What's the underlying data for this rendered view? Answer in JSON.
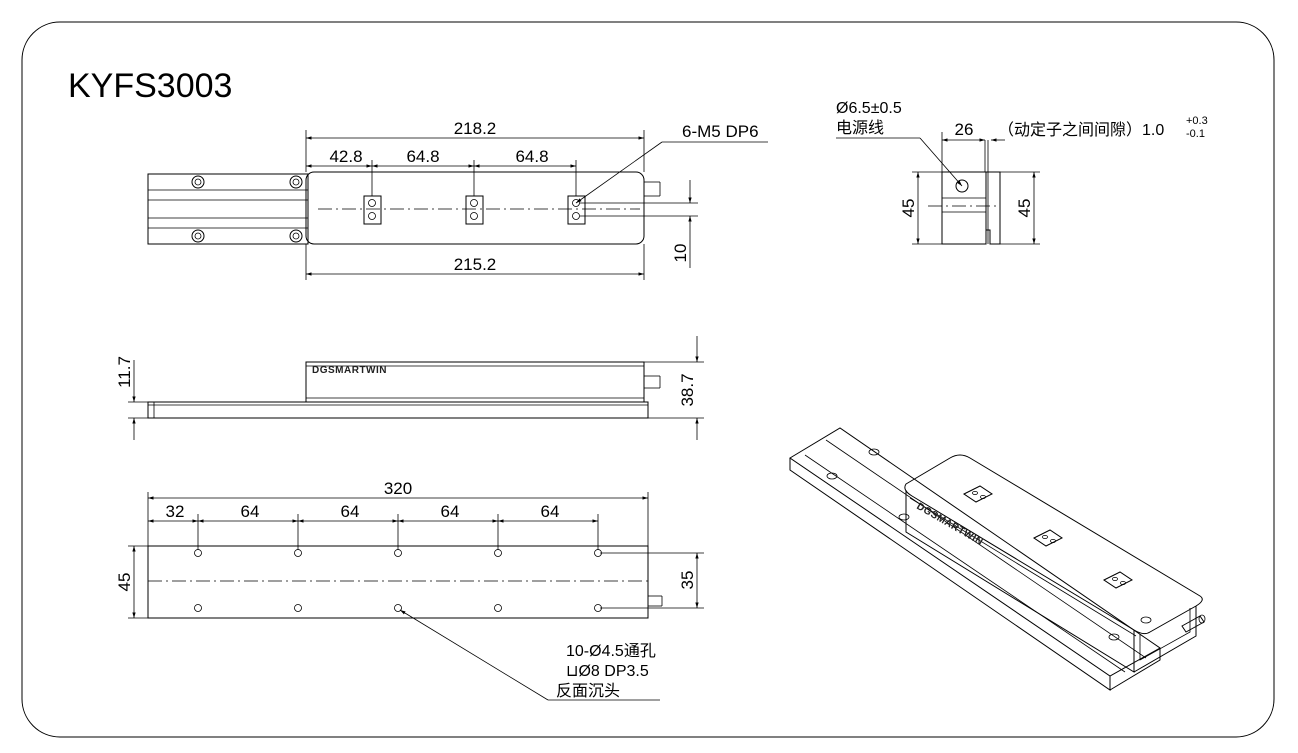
{
  "title": "KYFS3003",
  "brand": "DGSMARTWIN",
  "top_view": {
    "overall_length": "218.2",
    "pitch_first": "42.8",
    "pitch_second": "64.8",
    "pitch_third": "64.8",
    "body_length": "215.2",
    "thread_note": "6-M5 DP6",
    "hole_spacing": "10"
  },
  "end_view": {
    "cable_dia": "Ø6.5±0.5",
    "cable_label": "电源线",
    "width": "26",
    "gap_label": "（动定子之间间隙）1.0",
    "gap_tol_upper": "+0.3",
    "gap_tol_lower": "-0.1",
    "height_left": "45",
    "height_right": "45"
  },
  "side_view": {
    "base_height": "11.7",
    "total_height": "38.7"
  },
  "base_view": {
    "total_length": "320",
    "first_offset": "32",
    "pitches": [
      "64",
      "64",
      "64",
      "64"
    ],
    "width": "45",
    "row_spacing": "35",
    "hole_note_1": "10-Ø4.5通孔",
    "hole_note_2": "⊔Ø8 DP3.5",
    "hole_note_3": "反面沉头"
  }
}
